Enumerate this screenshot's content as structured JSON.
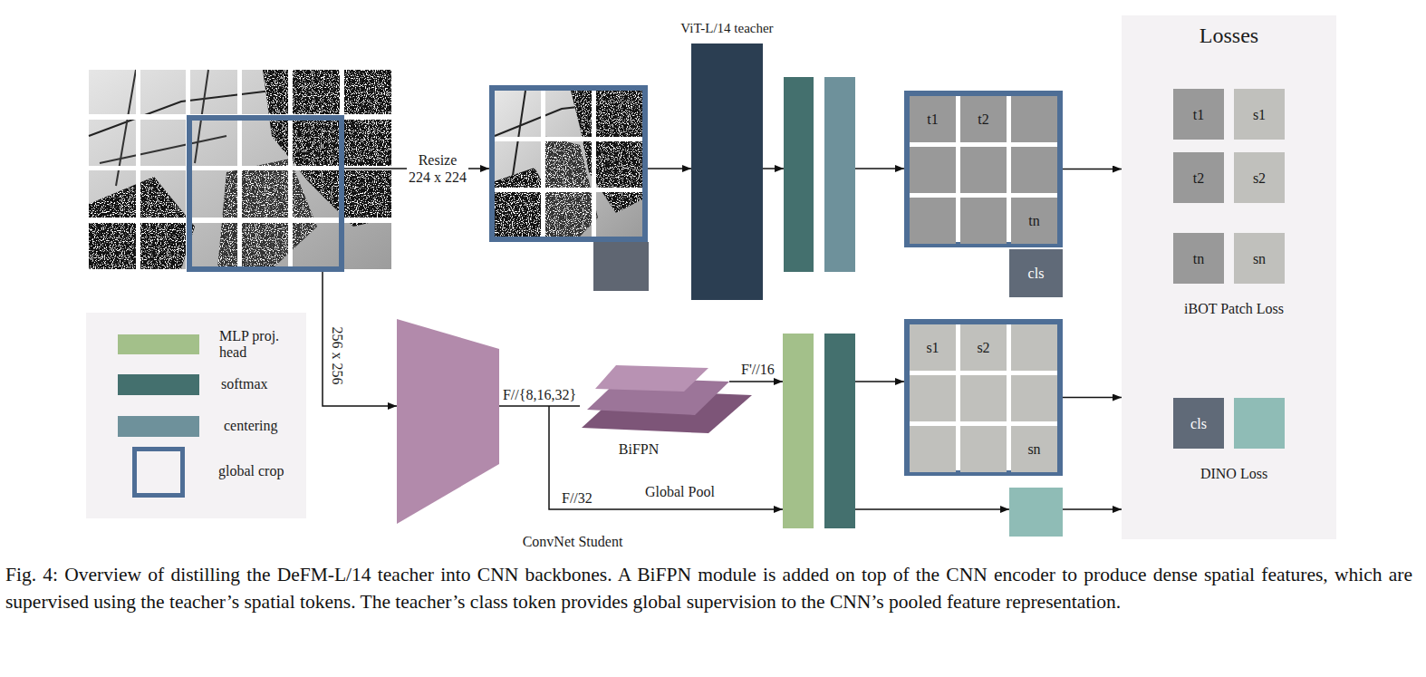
{
  "diagram": {
    "caption": "Fig. 4: Overview of distilling the DeFM-L/14 teacher into CNN backbones. A BiFPN module is added on top of the CNN encoder to produce dense spatial features, which are supervised using the teacher’s spatial tokens. The teacher’s class token provides global supervision to the CNN’s pooled feature representation.",
    "nodes": [
      {
        "text": [
          "ViT-L/14 teacher"
        ]
      },
      {
        "text": []
      },
      {
        "text": [
          "t1"
        ],
        "in": 1
      },
      {
        "text": [
          "t2"
        ],
        "in": 1
      },
      {
        "text": [
          "tn"
        ],
        "in": 1
      },
      {
        "text": [
          "cls"
        ]
      },
      {
        "text": [
          "ConvNet Student"
        ]
      },
      {
        "text": [
          "BiFPN"
        ]
      },
      {
        "text": []
      },
      {
        "text": [
          "s1"
        ],
        "in": 8
      },
      {
        "text": [
          "s2"
        ],
        "in": 8
      },
      {
        "text": [
          "sn"
        ],
        "in": 8
      },
      {
        "text": [
          "Losses",
          "iBOT Patch Loss",
          "DINO Loss"
        ]
      },
      {
        "text": [
          "t1"
        ],
        "in": 12
      },
      {
        "text": [
          "s1"
        ],
        "in": 12
      },
      {
        "text": [
          "t2"
        ],
        "in": 12
      },
      {
        "text": [
          "s2"
        ],
        "in": 12
      },
      {
        "text": [
          "tn"
        ],
        "in": 12
      },
      {
        "text": [
          "sn"
        ],
        "in": 12
      },
      {
        "text": [
          "cls"
        ],
        "in": 12
      }
    ],
    "edges": [
      {
        "from": 1,
        "to": 12,
        "arrow": "to"
      },
      {
        "from": 8,
        "to": 12,
        "arrow": "to"
      },
      {
        "from": 6,
        "to": 7,
        "label": "F//{8,16,32}",
        "arrow": "none"
      },
      {
        "from": 15,
        "to": 17,
        "arrow": "none"
      },
      {
        "from": 16,
        "to": 18,
        "arrow": "none"
      }
    ],
    "labels": [
      "Resize 224 x 224",
      "256 x 256",
      "F'//16",
      "F//32",
      "Global Pool"
    ],
    "legend": [
      {
        "text": "MLP proj. head",
        "color": "#a3c08a"
      },
      {
        "text": "softmax",
        "color": "#44706e"
      },
      {
        "text": "centering",
        "color": "#6e919b"
      },
      {
        "text": "global crop"
      }
    ]
  }
}
